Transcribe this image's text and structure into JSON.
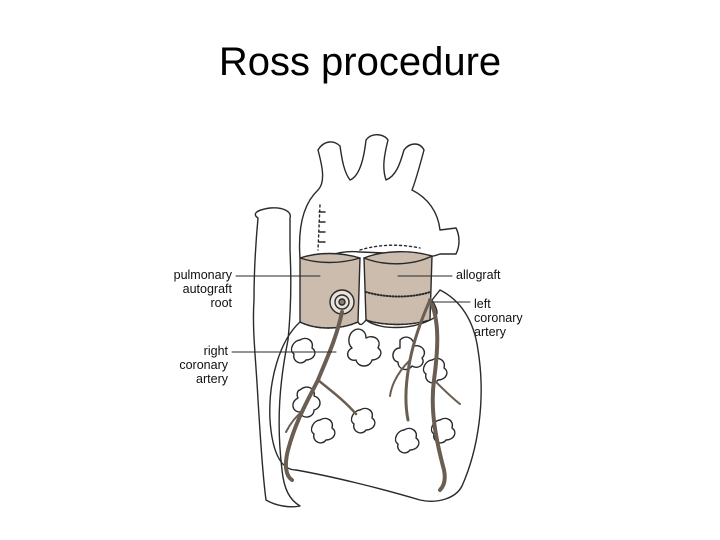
{
  "slide": {
    "title": "Ross procedure"
  },
  "diagram": {
    "labels": {
      "pulmonary_autograft_root": [
        "pulmonary",
        "autograft",
        "root"
      ],
      "right_coronary_artery": [
        "right",
        "coronary",
        "artery"
      ],
      "allograft": [
        "allograft"
      ],
      "left_coronary_artery": [
        "left",
        "coronary",
        "artery"
      ]
    },
    "colors": {
      "graft_fill": "#cbbcae",
      "line": "#2a2a2a",
      "artery": "#6a5e52",
      "background": "#ffffff"
    }
  }
}
